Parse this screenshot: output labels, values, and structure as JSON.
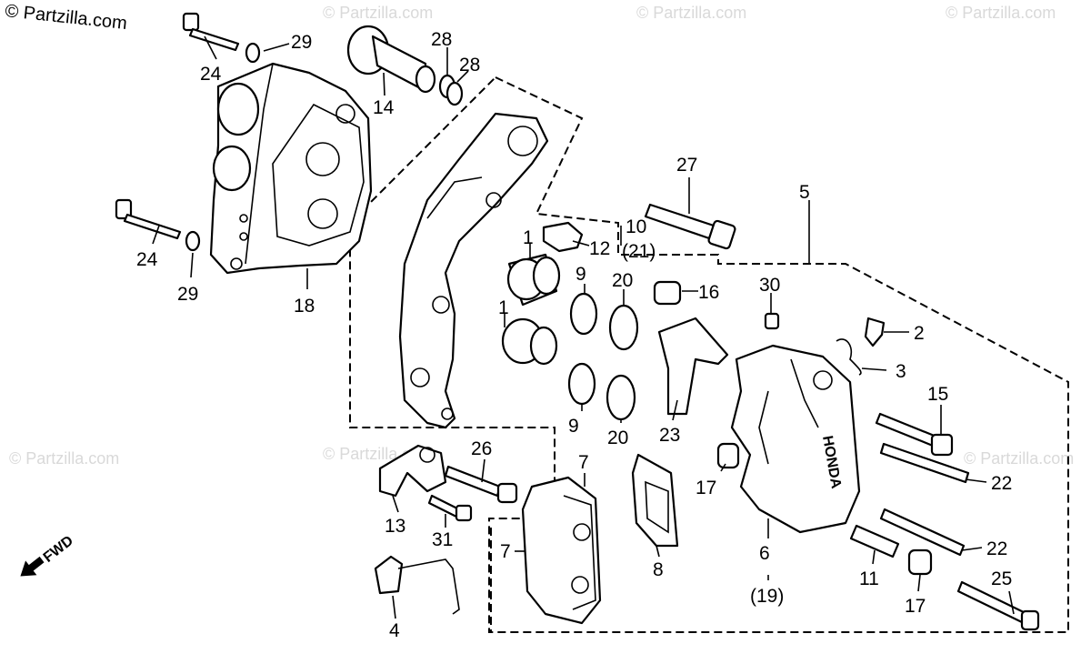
{
  "watermark": {
    "main": "© Partzilla.com",
    "faded": "© Partzilla.com"
  },
  "direction_label": "FWD",
  "callouts": {
    "n1a": "1",
    "n1b": "1",
    "n2": "2",
    "n3": "3",
    "n4": "4",
    "n5": "5",
    "n6": "6",
    "n6sub": "(19)",
    "n7a": "7",
    "n7b": "7",
    "n8": "8",
    "n9a": "9",
    "n9b": "9",
    "n10": "10",
    "n10sub": "(21)",
    "n11": "11",
    "n12": "12",
    "n13": "13",
    "n14": "14",
    "n15": "15",
    "n16": "16",
    "n17a": "17",
    "n17b": "17",
    "n18": "18",
    "n20a": "20",
    "n20b": "20",
    "n22a": "22",
    "n22b": "22",
    "n23": "23",
    "n24a": "24",
    "n24b": "24",
    "n25": "25",
    "n26": "26",
    "n27": "27",
    "n28a": "28",
    "n28b": "28",
    "n29a": "29",
    "n29b": "29",
    "n30": "30",
    "n31": "31"
  },
  "caliper_casting_text": "HONDA"
}
